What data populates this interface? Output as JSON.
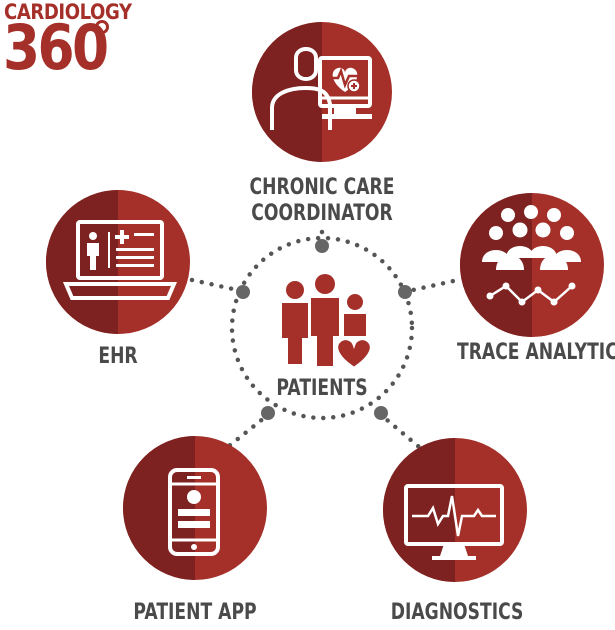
{
  "logo": {
    "line1": "CARDIOLOGY",
    "line2": "360"
  },
  "center": {
    "label": "PATIENTS"
  },
  "nodes": [
    {
      "label": "CHRONIC CARE",
      "label2": "COORDINATOR",
      "icon": "clinician-monitor-icon"
    },
    {
      "label": "EHR",
      "icon": "laptop-ehr-icon"
    },
    {
      "label": "TRACE ANALYTICS",
      "icon": "group-analytics-icon"
    },
    {
      "label": "PATIENT APP",
      "icon": "smartphone-icon"
    },
    {
      "label": "DIAGNOSTICS",
      "icon": "ecg-monitor-icon"
    }
  ],
  "colors": {
    "brand": "#a5302a",
    "brand_dark": "#7d2220",
    "connector": "#555555",
    "label": "#4a4a4a"
  }
}
